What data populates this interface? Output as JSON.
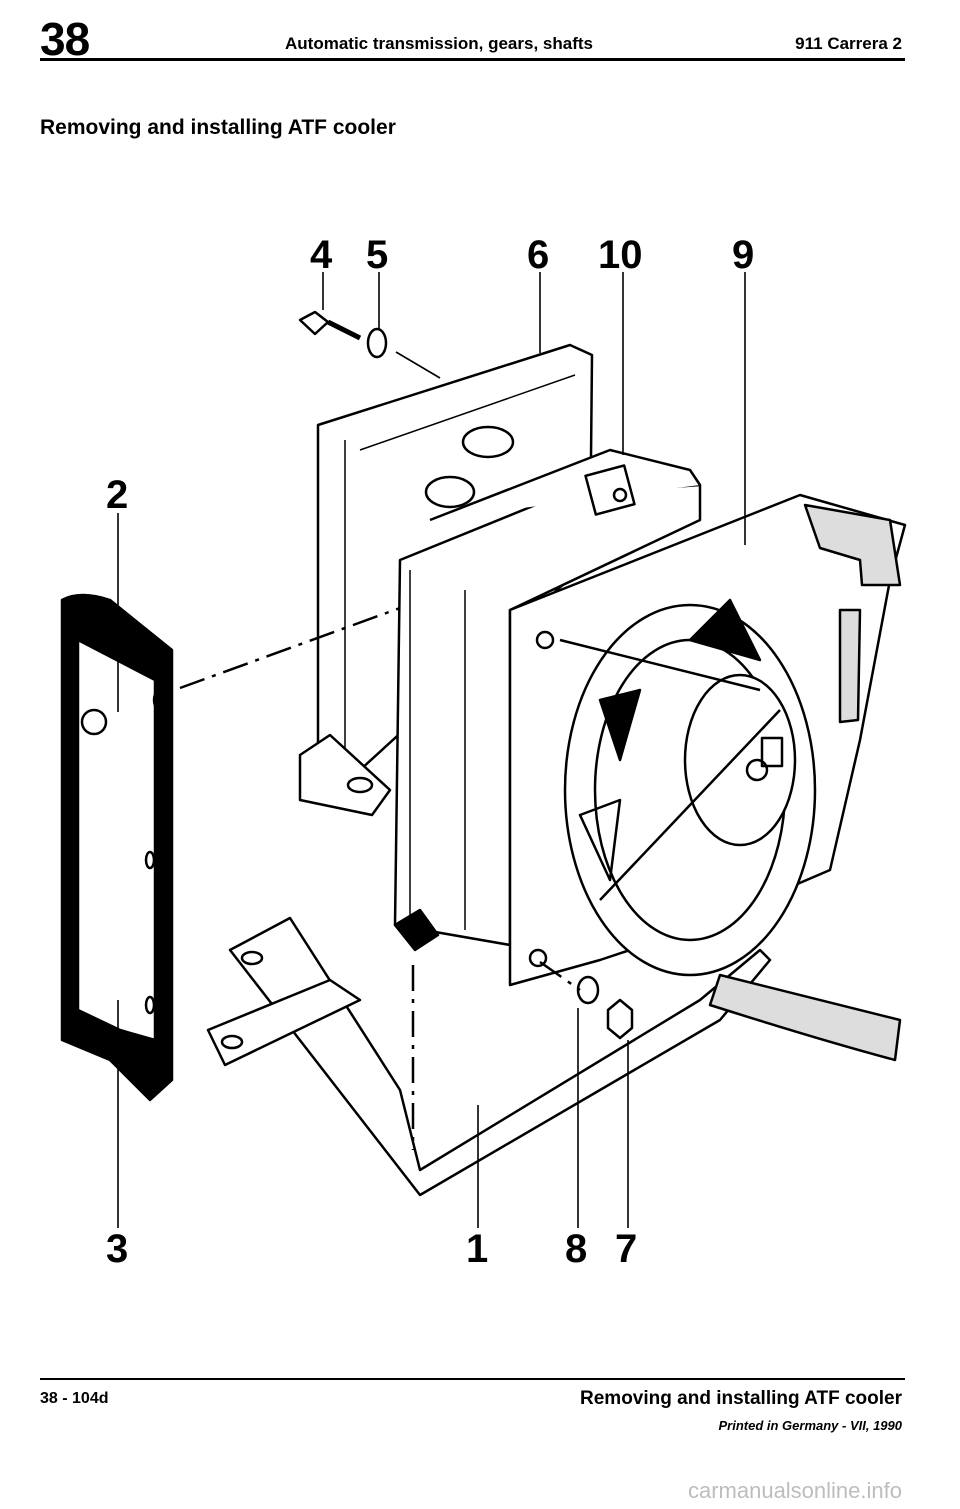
{
  "header": {
    "chapter": "38",
    "section": "Automatic transmission, gears, shafts",
    "model": "911 Carrera 2"
  },
  "title": "Removing and installing ATF cooler",
  "callouts": [
    "4",
    "5",
    "6",
    "10",
    "9",
    "2",
    "3",
    "1",
    "8",
    "7"
  ],
  "footer": {
    "page_ref": "38 - 104d",
    "section_title": "Removing and installing ATF cooler",
    "printed": "Printed in Germany - VII, 1990"
  },
  "watermark": "carmanualsonline.info"
}
